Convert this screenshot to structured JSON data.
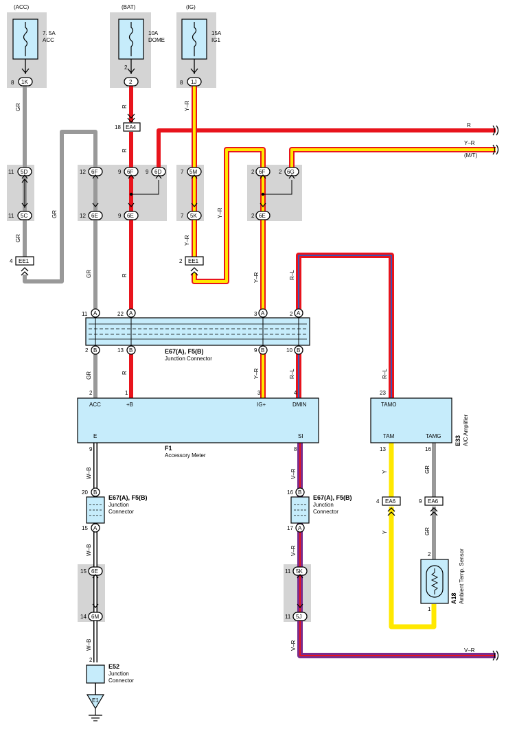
{
  "colors": {
    "red": "#e8141c",
    "yellow": "#ffe800",
    "gray": "#999999",
    "component": "#c6ecfb",
    "zone": "#d4d4d4",
    "violet": "#7b2d8c",
    "blue": "#3a55b4"
  },
  "fuses": [
    {
      "id": "acc",
      "source": "(ACC)",
      "rating": "7. 5A",
      "name": "ACC",
      "pin": "8",
      "conn": "1K"
    },
    {
      "id": "bat",
      "source": "(BAT)",
      "rating": "10A",
      "name": "DOME",
      "pin": "2",
      "conn": "2"
    },
    {
      "id": "ig",
      "source": "(IG)",
      "rating": "15A",
      "name": "IG1",
      "pin": "8",
      "conn": "1J"
    }
  ],
  "wires": {
    "gr": "GR",
    "r": "R",
    "yr": "Y–R",
    "rl": "R–L",
    "wb": "W–B",
    "vr": "V–R",
    "y": "Y",
    "mt": "(M/T)"
  },
  "connectors": {
    "ea4": {
      "pin": "18",
      "label": "EA4"
    },
    "ee1_left": {
      "pin": "4",
      "label": "EE1"
    },
    "ee1_mid": {
      "pin": "2",
      "label": "EE1"
    },
    "pins": {
      "a5d": "11",
      "c5d": "5D",
      "a5c": "11",
      "c5c": "5C",
      "a6f": "12",
      "c6f": "6F",
      "a6e": "12",
      "c6e": "6E",
      "b6f": "9",
      "cb6f": "6F",
      "b6d": "9",
      "c6d": "6D",
      "b6e": "9",
      "cb6e": "6E",
      "a5m": "7",
      "c5m": "5M",
      "a5k": "7",
      "c5k": "5K",
      "d6f": "2",
      "cd6f": "6F",
      "d6g": "2",
      "c6g": "6G",
      "d6e": "2",
      "cd6e": "6E",
      "k5k": "11",
      "ck5k": "5K",
      "k5j": "11",
      "ck5j": "5J",
      "m6e": "15",
      "cm6e": "6E",
      "m6m": "14",
      "cm6m": "6M"
    },
    "jc_top": {
      "code": "E67(A), F5(B)",
      "label": "Junction Connector",
      "top_pins": [
        {
          "n": "11",
          "c": "A"
        },
        {
          "n": "22",
          "c": "A"
        },
        {
          "n": "3",
          "c": "A"
        },
        {
          "n": "2",
          "c": "A"
        }
      ],
      "bottom_pins": [
        {
          "n": "2",
          "c": "B"
        },
        {
          "n": "13",
          "c": "B"
        },
        {
          "n": "9",
          "c": "B"
        },
        {
          "n": "10",
          "c": "B"
        }
      ]
    },
    "jc_left": {
      "code": "E67(A), F5(B)",
      "label1": "Junction",
      "label2": "Connector",
      "top_pin": "20",
      "top_c": "B",
      "bot_pin": "15",
      "bot_c": "A"
    },
    "jc_right": {
      "code": "E67(A), F5(B)",
      "label1": "Junction",
      "label2": "Connector",
      "top_pin": "16",
      "top_c": "B",
      "bot_pin": "17",
      "bot_c": "A"
    },
    "e52": {
      "code": "E52",
      "label1": "Junction",
      "label2": "Connector",
      "pin": "2"
    },
    "ground": {
      "label": "E1"
    },
    "ea6_left": {
      "pin": "4",
      "label": "EA6"
    },
    "ea6_right": {
      "pin": "9",
      "label": "EA6"
    }
  },
  "meter": {
    "code": "F1",
    "name": "Accessory Meter",
    "terminals": [
      {
        "pin": "2",
        "label": "ACC"
      },
      {
        "pin": "1",
        "label": "+B"
      },
      {
        "pin": "3",
        "label": "IG+"
      },
      {
        "pin": "4",
        "label": "DMIN"
      }
    ],
    "bottom_terminals": [
      {
        "pin": "9",
        "label": "E"
      },
      {
        "pin": "8",
        "label": "SI"
      }
    ]
  },
  "amplifier": {
    "code": "E33",
    "name": "A/C Amplifier",
    "top": {
      "pin": "23",
      "label": "TAMO"
    },
    "bottom": [
      {
        "pin": "13",
        "label": "TAM"
      },
      {
        "pin": "16",
        "label": "TAMG"
      }
    ]
  },
  "sensor": {
    "code": "A18",
    "name": "Ambient Temp. Sensor",
    "pin_top": "2",
    "pin_bot": "1"
  }
}
